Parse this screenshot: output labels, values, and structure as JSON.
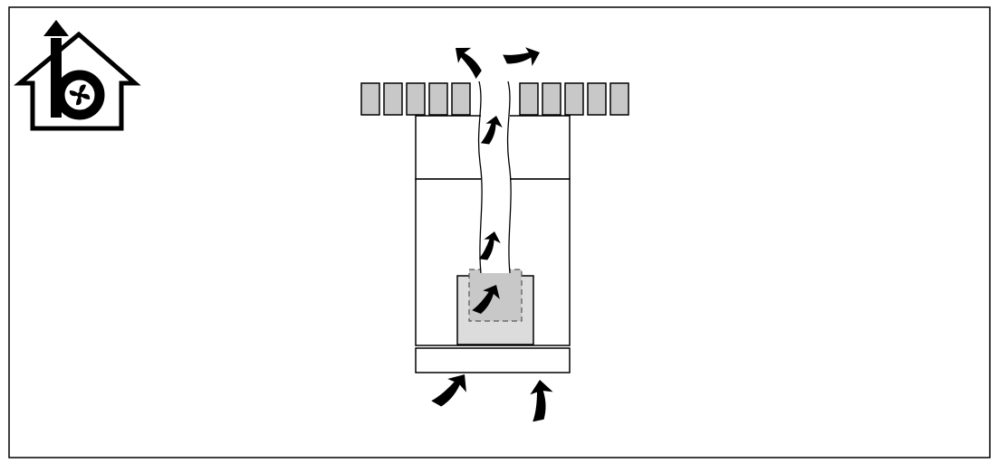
{
  "diagram": {
    "icon": "house-exhaust-fan-icon",
    "colors": {
      "stroke": "#000000",
      "brick_fill": "#c8c8c8",
      "fan_box_fill": "#dcdcdc",
      "fan_inner_fill": "#c8c8c8",
      "background": "#ffffff"
    },
    "components": [
      "frame-border",
      "ventilation-logo-icon",
      "roof-tile-row",
      "upper-housing",
      "main-housing",
      "fan-unit",
      "exhaust-duct",
      "base-plate",
      "airflow-arrows"
    ],
    "airflow": {
      "intake_arrows": 2,
      "duct_arrows": 3,
      "outlet_arrows": 2
    }
  }
}
